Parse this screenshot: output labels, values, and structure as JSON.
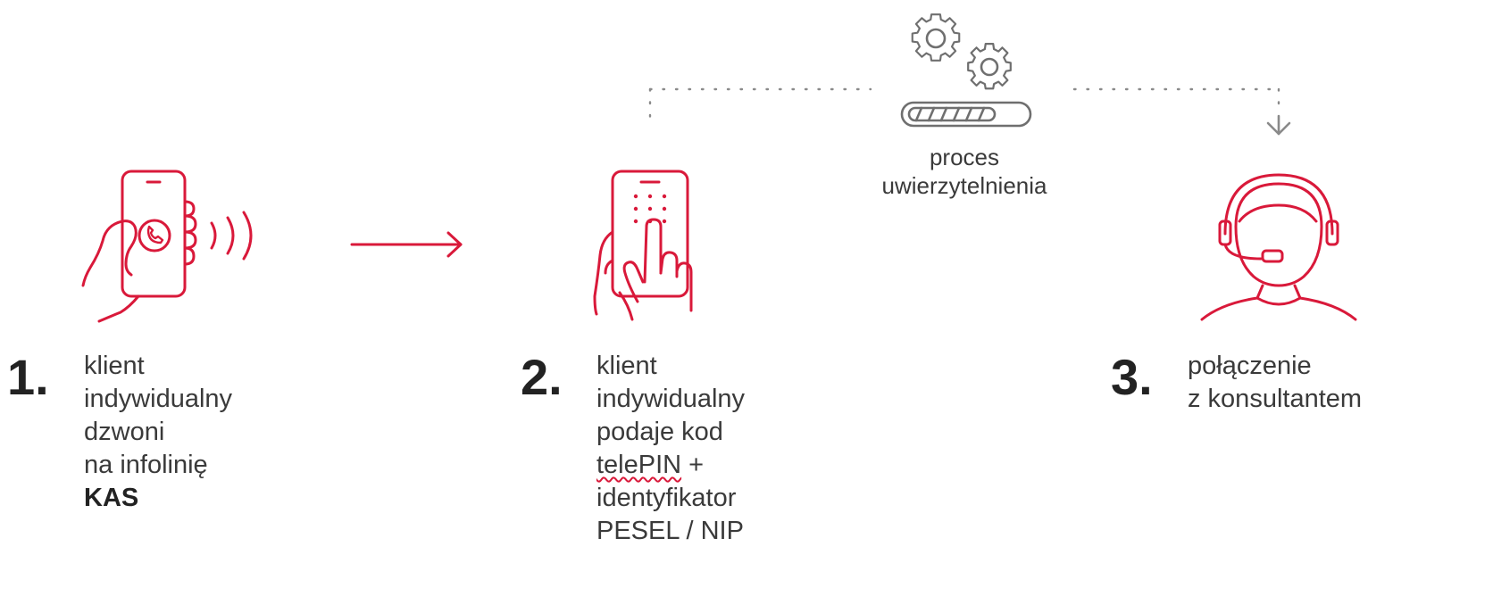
{
  "process": {
    "label_line1": "proces",
    "label_line2": "uwierzytelnienia"
  },
  "steps": [
    {
      "number": "1.",
      "lines": [
        "klient",
        "indywidualny",
        "dzwoni",
        "na infolinię",
        "KAS"
      ]
    },
    {
      "number": "2.",
      "lines": [
        "klient",
        "indywidualny",
        "podaje kod",
        "telePIN",
        " +",
        "identyfikator",
        "PESEL / NIP"
      ]
    },
    {
      "number": "3.",
      "lines": [
        "połączenie",
        "z konsultantem"
      ]
    }
  ],
  "colors": {
    "accent": "#d9193a",
    "text": "#3a3a3a",
    "connector": "#8a8a8a"
  },
  "icons": [
    "phone-call-hand-icon",
    "arrow-right-icon",
    "keypad-phone-hand-icon",
    "gears-icon",
    "progress-bar-icon",
    "arrow-down-icon",
    "consultant-headset-icon"
  ]
}
